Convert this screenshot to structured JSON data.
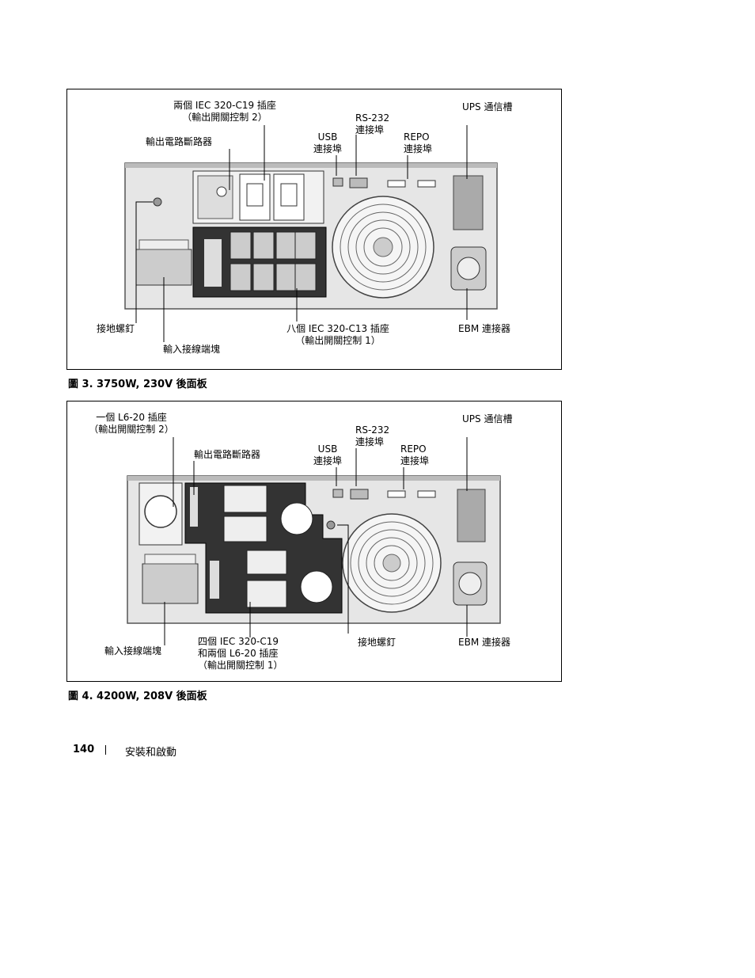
{
  "figure1": {
    "labels": {
      "dual_c19": [
        "兩個 IEC 320-C19 插座",
        "（輸出開關控制 2）"
      ],
      "rs232": [
        "RS-232",
        "連接埠"
      ],
      "ups_slot": "UPS 通信槽",
      "usb": [
        "USB",
        "連接埠"
      ],
      "repo": [
        "REPO",
        "連接埠"
      ],
      "breaker": "輸出電路斷路器",
      "ground_screw": "接地螺釘",
      "eight_c13": [
        "八個 IEC 320-C13 插座",
        "（輸出開關控制 1）"
      ],
      "ebm": "EBM 連接器",
      "input_terminal": "輸入接線端塊"
    },
    "caption": "圖 3. 3750W, 230V 後面板"
  },
  "figure2": {
    "labels": {
      "one_l620": [
        "一個 L6-20 插座",
        "（輸出開關控制 2）"
      ],
      "rs232": [
        "RS-232",
        "連接埠"
      ],
      "ups_slot": "UPS 通信槽",
      "usb": [
        "USB",
        "連接埠"
      ],
      "repo": [
        "REPO",
        "連接埠"
      ],
      "breaker": "輸出電路斷路器",
      "input_terminal": "輸入接線端塊",
      "four_c19": [
        "四個 IEC 320-C19",
        "和兩個 L6-20 插座",
        "（輸出開關控制 1）"
      ],
      "ground_screw": "接地螺釘",
      "ebm": "EBM 連接器"
    },
    "caption": "圖 4. 4200W, 208V 後面板"
  },
  "footer": {
    "page_number": "140",
    "section": "安裝和啟動"
  }
}
